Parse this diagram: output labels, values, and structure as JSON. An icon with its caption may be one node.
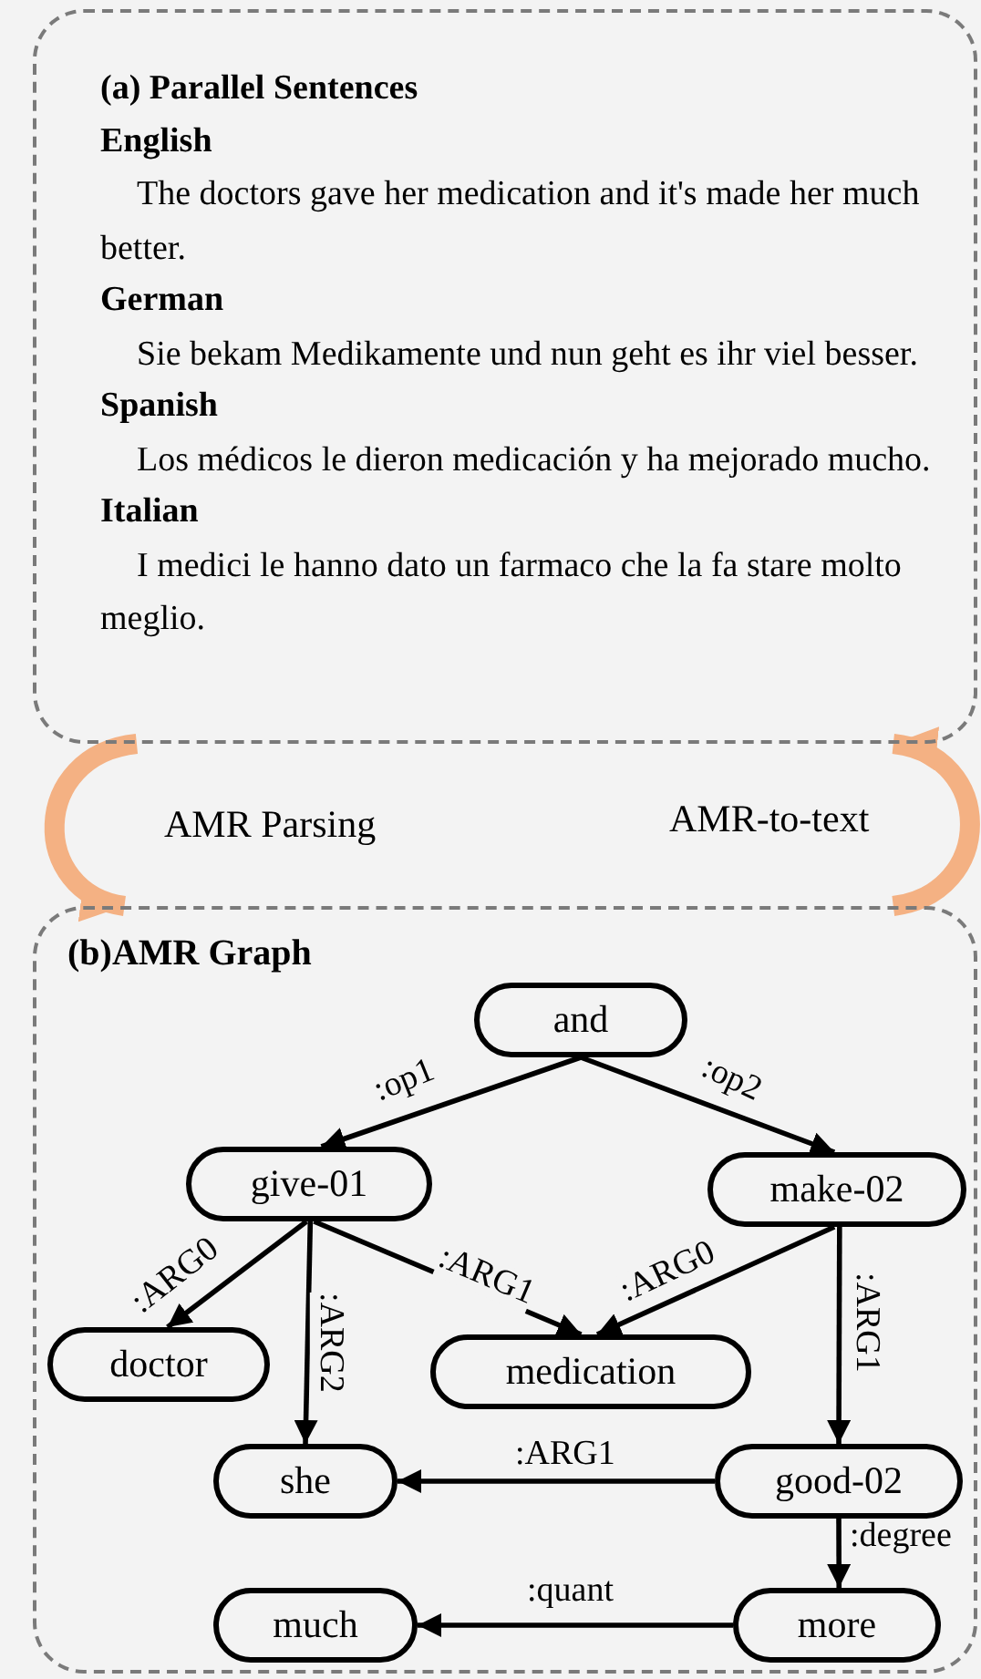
{
  "diagram": {
    "nodes": [
      {
        "text": [
          "(a) Parallel Sentences",
          "English",
          "The doctors gave her medication and it's made her much better.",
          "German",
          "Sie bekam Medikamente und nun geht es ihr viel besser.",
          "Spanish",
          "Los médicos le dieron medicación y ha mejorado mucho.",
          "Italian",
          "I medici le hanno dato un farmaco che la fa stare molto meglio."
        ]
      },
      {
        "text": [
          "(b)AMR Graph"
        ]
      },
      {
        "text": [
          "and"
        ],
        "in": 1
      },
      {
        "text": [
          "give-01"
        ],
        "in": 1
      },
      {
        "text": [
          "make-02"
        ],
        "in": 1
      },
      {
        "text": [
          "doctor"
        ],
        "in": 1
      },
      {
        "text": [
          "medication"
        ],
        "in": 1
      },
      {
        "text": [
          "she"
        ],
        "in": 1
      },
      {
        "text": [
          "good-02"
        ],
        "in": 1
      },
      {
        "text": [
          "more"
        ],
        "in": 1
      },
      {
        "text": [
          "much"
        ],
        "in": 1
      }
    ],
    "edges": [
      {
        "from": 2,
        "to": 3,
        "arrow": "to",
        "label": ":op1"
      },
      {
        "from": 2,
        "to": 4,
        "arrow": "to",
        "label": ":op2"
      },
      {
        "from": 3,
        "to": 5,
        "arrow": "to",
        "label": ":ARG0"
      },
      {
        "from": 3,
        "to": 7,
        "arrow": "to",
        "label": ":ARG2"
      },
      {
        "from": 3,
        "to": 6,
        "arrow": "to",
        "label": ":ARG1"
      },
      {
        "from": 4,
        "to": 6,
        "arrow": "to",
        "label": ":ARG0"
      },
      {
        "from": 4,
        "to": 8,
        "arrow": "to",
        "label": ":ARG1"
      },
      {
        "from": 8,
        "to": 7,
        "arrow": "to",
        "label": ":ARG1"
      },
      {
        "from": 8,
        "to": 9,
        "arrow": "to",
        "label": ":degree"
      },
      {
        "from": 9,
        "to": 10,
        "arrow": "to",
        "label": ":quant"
      },
      {
        "from": 0,
        "to": 1,
        "arrow": "to",
        "label": "AMR Parsing",
        "style": "thick",
        "color": "#f4b183"
      },
      {
        "from": 1,
        "to": 0,
        "arrow": "to",
        "label": "AMR-to-text",
        "style": "thick",
        "color": "#f4b183"
      }
    ]
  }
}
